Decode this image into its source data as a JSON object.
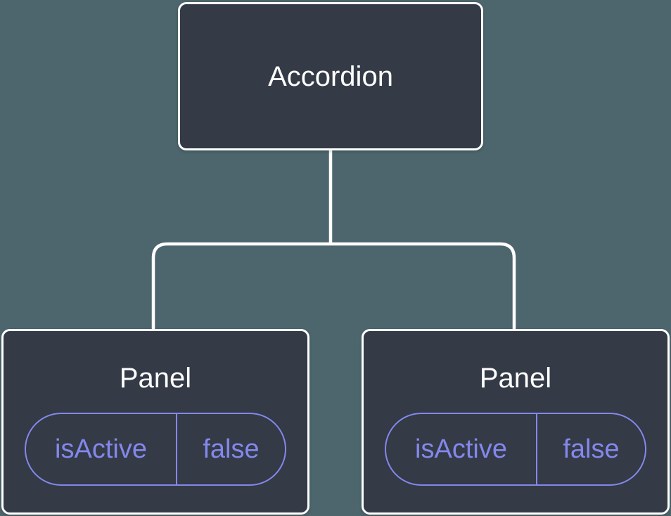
{
  "colors": {
    "background": "#4d666d",
    "node_fill": "#343a46",
    "node_border": "#ffffff",
    "connector": "#ffffff",
    "accent_purple": "#8388ec",
    "heading_text": "#ffffff"
  },
  "tree": {
    "root": {
      "label": "Accordion"
    },
    "children": [
      {
        "label": "Panel",
        "state": {
          "key": "isActive",
          "value": "false"
        }
      },
      {
        "label": "Panel",
        "state": {
          "key": "isActive",
          "value": "false"
        }
      }
    ]
  }
}
